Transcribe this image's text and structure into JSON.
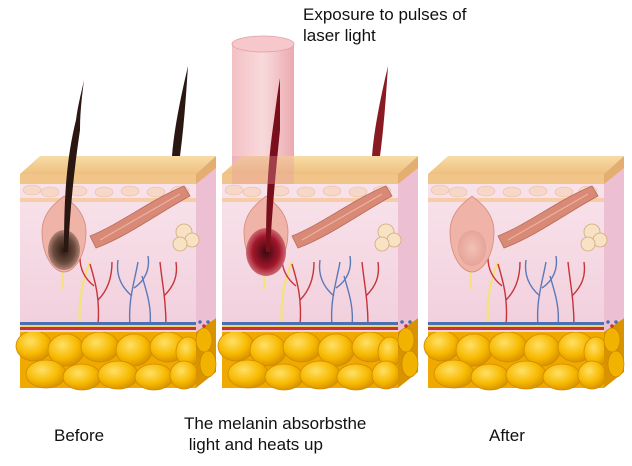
{
  "labels": {
    "exposure_line1": "Exposure to pulses of",
    "exposure_line2": "laser light",
    "before": "Before",
    "melanin_line1": "The melanin absorbsthe",
    "melanin_line2": " light and heats up",
    "after": "After"
  },
  "panels": [
    {
      "stage": "before",
      "hair": "dark"
    },
    {
      "stage": "laser",
      "hair": "heated"
    },
    {
      "stage": "after",
      "hair": "removed"
    }
  ],
  "colors": {
    "skin_top": "#f2c98c",
    "skin_side": "#e9b77a",
    "dermis": "#f6d9e6",
    "dermis_side": "#eec3d6",
    "fat": "#f5b800",
    "fat_dark": "#e39b00",
    "hair_dark": "#2a1712",
    "hair_heated": "#a2162a",
    "laser_beam": "#e8a0a6",
    "artery": "#c8333a",
    "vein": "#4a6fb2",
    "muscle": "#d98a77",
    "text": "#111111"
  }
}
